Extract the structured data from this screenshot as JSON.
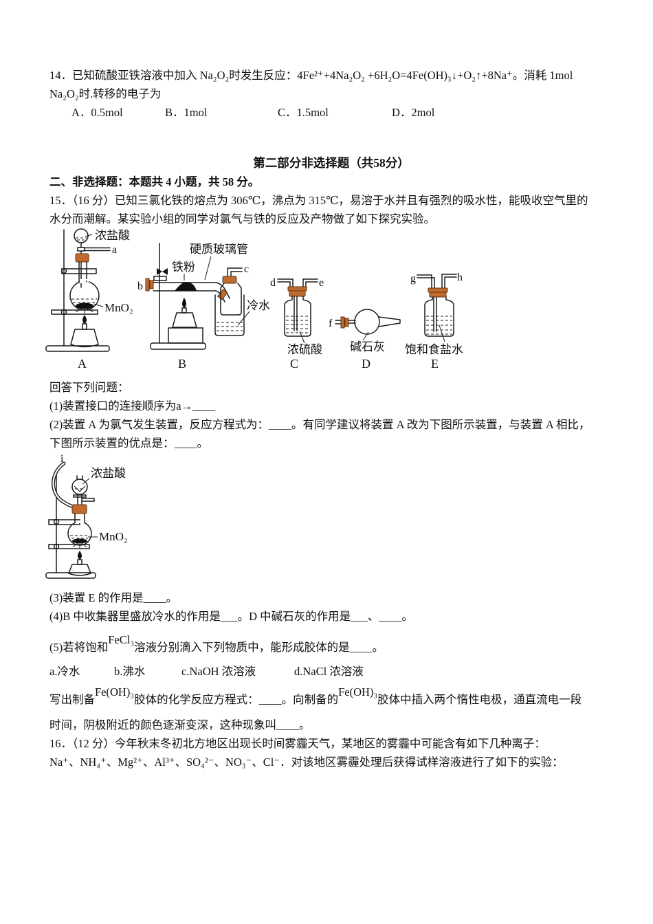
{
  "q14": {
    "line1": "14．已知硫酸亚铁溶液中加入 Na₂O₂时发生反应：4Fe²⁺+4Na₂O₂ +6H₂O=4Fe(OH)₃↓+O₂↑+8Na⁺。消耗 1mol",
    "line2": "Na₂O₂时.转移的电子为",
    "optionA": "A．0.5mol",
    "optionB": "B．1mol",
    "optionC": "C．1.5mol",
    "optionD": "D．2mol"
  },
  "section2": {
    "header": "第二部分非选择题（共58分）",
    "subheader": "二、非选择题：本题共 4 小题，共 58 分。"
  },
  "q15": {
    "intro1": "15．（16 分）已知三氯化铁的熔点为 306℃，沸点为 315℃，易溶于水并且有强烈的吸水性，能吸收空气里的",
    "intro2": "水分而潮解。某实验小组的同学对氯气与铁的反应及产物做了如下探究实验。",
    "fig1": {
      "deviceA": {
        "reagent_top": "浓盐酸",
        "port": "a",
        "reagent_flask": "MnO₂",
        "label": "A"
      },
      "deviceB": {
        "port_in": "b",
        "tube_label": "硬质玻璃管",
        "solid": "铁粉",
        "port_out": "c",
        "coolant": "冷水",
        "label": "B"
      },
      "deviceC": {
        "port_in": "d",
        "port_out": "e",
        "reagent": "浓硫酸",
        "label": "C"
      },
      "deviceD": {
        "port": "f",
        "reagent": "碱石灰",
        "label": "D"
      },
      "deviceE": {
        "port_in": "g",
        "port_out": "h",
        "reagent": "饱和食盐水",
        "label": "E"
      }
    },
    "questions_intro": "回答下列问题：",
    "q1": "(1)装置接口的连接顺序为a→____",
    "q2_line1": "(2)装置 A 为氯气发生装置，反应方程式为：____。有同学建议将装置 A 改为下图所示装置，与装置 A 相比，",
    "q2_line2": "下图所示装置的优点是：____。",
    "fig2": {
      "port": "i",
      "reagent_top": "浓盐酸",
      "reagent_flask": "MnO₂"
    },
    "q3": "(3)装置 E 的作用是____。",
    "q4": "(4)B 中收集器里盛放冷水的作用是___。D 中碱石灰的作用是___、____。",
    "q5_prefix": "(5)若将饱和",
    "q5_formula": "FeCl₃",
    "q5_suffix": "溶液分别滴入下列物质中，能形成胶体的是____。",
    "q5_options": {
      "a": "a.冷水",
      "b": "b.沸水",
      "c": "c.NaOH 浓溶液",
      "d": "d.NaCl 浓溶液"
    },
    "q5b_p1": "写出制备",
    "q5b_f1": "Fe(OH)₃",
    "q5b_p2": "胶体的化学反应方程式：____。向制备的",
    "q5b_f2": "Fe(OH)₃",
    "q5b_p3": "胶体中插入两个惰性电极，通直流电一段",
    "q5b_line2": "时间，阴极附近的颜色逐渐变深，这种现象叫____。"
  },
  "q16": {
    "line1": "16．（12 分）今年秋末冬初北方地区出现长时间雾霾天气，某地区的雾霾中可能含有如下几种离子：",
    "line2": "Na⁺、NH₄⁺、Mg²⁺、Al³⁺、SO₄²⁻、NO₃⁻、Cl⁻．对该地区雾霾处理后获得试样溶液进行了如下的实验："
  },
  "colors": {
    "stopper": "#c16a2e",
    "ink": "#111111"
  }
}
